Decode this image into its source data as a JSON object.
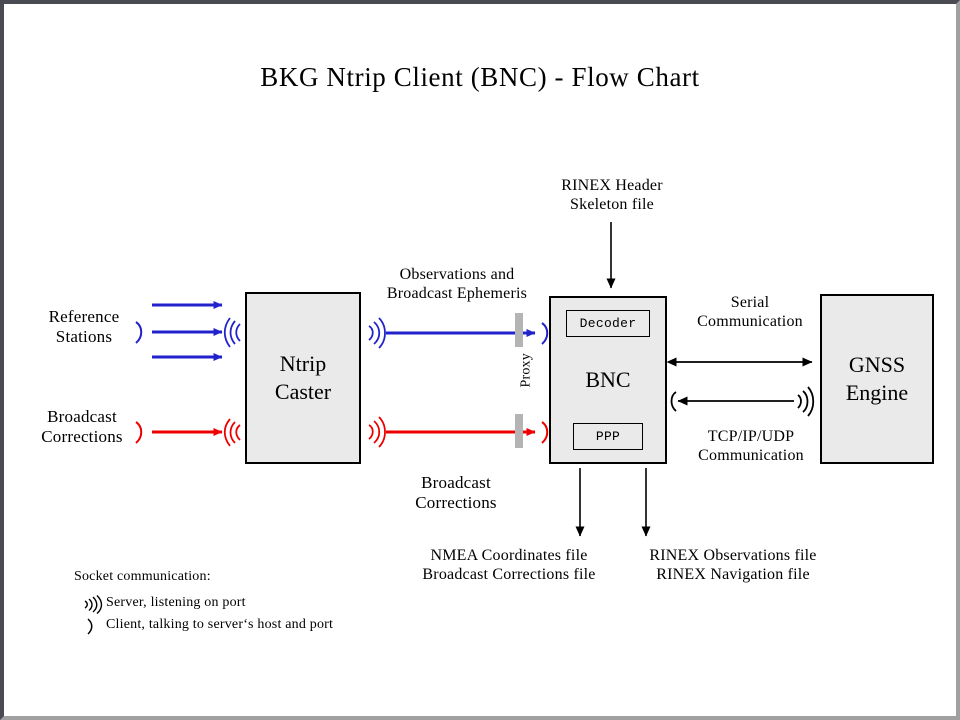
{
  "title": "BKG Ntrip Client (BNC)  -  Flow Chart",
  "nodes": {
    "caster": {
      "line1": "Ntrip",
      "line2": "Caster"
    },
    "bnc": {
      "title": "BNC",
      "decoder": "Decoder",
      "ppp": "PPP"
    },
    "gnss": {
      "line1": "GNSS",
      "line2": "Engine"
    }
  },
  "labels": {
    "reference_stations": "Reference\nStations",
    "reference_l1": "Reference",
    "reference_l2": "Stations",
    "broadcast_corr_left_l1": "Broadcast",
    "broadcast_corr_left_l2": "Corrections",
    "observations_l1": "Observations and",
    "observations_l2": "Broadcast Ephemeris",
    "broadcast_corr_mid_l1": "Broadcast",
    "broadcast_corr_mid_l2": "Corrections",
    "rinex_skeleton_l1": "RINEX Header",
    "rinex_skeleton_l2": "Skeleton file",
    "serial_l1": "Serial",
    "serial_l2": "Communication",
    "tcpip_l1": "TCP/IP/UDP",
    "tcpip_l2": "Communication",
    "nmea_files_l1": "NMEA Coordinates file",
    "nmea_files_l2": "Broadcast Corrections file",
    "rinex_files_l1": "RINEX Observations file",
    "rinex_files_l2": "RINEX Navigation file",
    "proxy": "Proxy"
  },
  "legend": {
    "title": "Socket communication:",
    "items": [
      {
        "symbol": "server-antenna",
        "text": "Server, listening  on port"
      },
      {
        "symbol": "client-paren",
        "text": "Client, talking to server‘s host and port"
      }
    ]
  },
  "colors": {
    "blue": "#2222cc",
    "red": "#ee0000",
    "black": "#000000",
    "box_fill": "#eaeaea",
    "proxy_bar": "#b4b4b4",
    "frame_dark": "#4a4a52",
    "frame_light": "#a0a0a0",
    "background": "#ffffff"
  }
}
